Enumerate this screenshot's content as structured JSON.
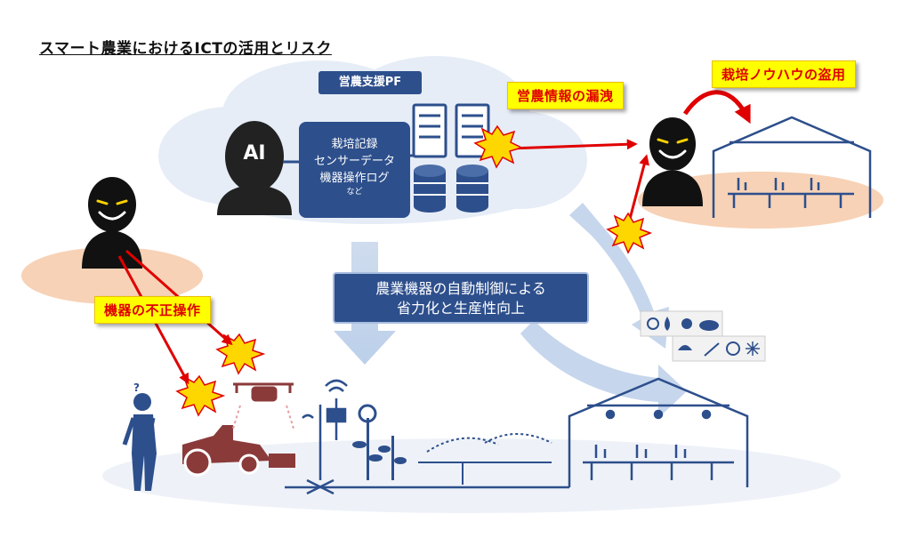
{
  "title": "スマート農業におけるICTの活用とリスク",
  "platform": {
    "label": "営農支援PF",
    "ai_label": "AI",
    "data_lines": [
      "栽培記録",
      "センサーデータ",
      "機器操作ログ"
    ],
    "data_suffix": "など"
  },
  "center_box": {
    "line1": "農業機器の自動制御による",
    "line2": "省力化と生産性向上"
  },
  "risks": {
    "leak": "営農情報の漏洩",
    "theft": "栽培ノウハウの盗用",
    "tamper": "機器の不正操作"
  },
  "colors": {
    "navy": "#2d4f8c",
    "cloud": "#e6edf7",
    "risk_red": "#e00000",
    "badge_yellow": "#ffff00",
    "ground": "#f7d2b6"
  },
  "icons": [
    "ai-head-icon",
    "server-icon",
    "database-icon",
    "hacker-icon",
    "explosion-icon",
    "greenhouse-icon",
    "drone-icon",
    "tractor-icon",
    "farmer-icon",
    "weather-icon"
  ]
}
